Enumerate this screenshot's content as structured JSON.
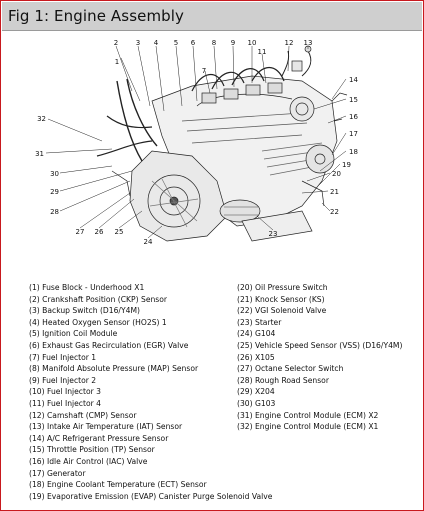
{
  "figure": {
    "title": "Fig 1: Engine Assembly",
    "callouts": [
      "1",
      "2",
      "3",
      "4",
      "5",
      "6",
      "7",
      "8",
      "9",
      "10",
      "11",
      "12",
      "13",
      "14",
      "15",
      "16",
      "17",
      "18",
      "19",
      "20",
      "21",
      "22",
      "23",
      "24",
      "25",
      "26",
      "27",
      "28",
      "29",
      "30",
      "31",
      "32"
    ],
    "legend_left": [
      "(1) Fuse Block - Underhood X1",
      "(2) Crankshaft Position (CKP) Sensor",
      "(3) Backup Switch (D16/Y4M)",
      "(4) Heated Oxygen Sensor (HO2S) 1",
      "(5) Ignition Coil Module",
      "(6) Exhaust Gas Recirculation (EGR) Valve",
      "(7) Fuel Injector 1",
      "(8) Manifold Absolute Pressure (MAP) Sensor",
      "(9) Fuel Injector 2",
      "(10) Fuel Injector 3",
      "(11) Fuel Injector 4",
      "(12) Camshaft (CMP) Sensor",
      "(13) Intake Air Temperature (IAT) Sensor",
      "(14) A/C Refrigerant Pressure Sensor",
      "(15) Throttle Position (TP) Sensor",
      "(16) Idle Air Control (IAC) Valve",
      "(17) Generator",
      "(18) Engine Coolant Temperature (ECT) Sensor",
      "(19) Evaporative Emission (EVAP) Canister Purge Solenoid Valve"
    ],
    "legend_right": [
      "(20) Oil Pressure Switch",
      "(21) Knock Sensor (KS)",
      "(22) VGI Solenoid Valve",
      "(23) Starter",
      "(24) G104",
      "(25) Vehicle Speed Sensor (VSS) (D16/Y4M)",
      "(26) X105",
      "(27) Octane Selector Switch",
      "(28) Rough Road Sensor",
      "(29) X204",
      "(30) G103",
      "(31) Engine Control Module (ECM) X2",
      "(32) Engine Control Module (ECM) X1"
    ]
  }
}
